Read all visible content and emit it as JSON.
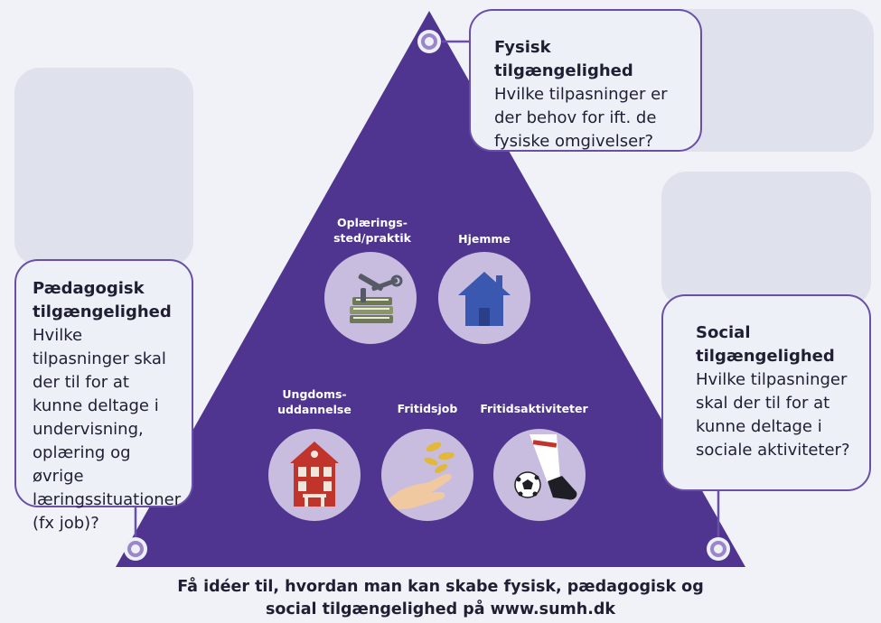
{
  "callouts": {
    "physical": {
      "title": "Fysisk tilgængelighed",
      "body": "Hvilke tilpasninger er der behov for ift. de fysiske omgivelser?"
    },
    "pedagogical": {
      "title": "Pædagogisk tilgængelighed",
      "body": "Hvilke tilpasninger skal der til for at kunne deltage i undervisning, oplæring og øvrige læringssituationer (fx job)?"
    },
    "social": {
      "title": "Social tilgængelighed",
      "body": "Hvilke tilpasninger skal der til for at kunne deltage i sociale aktiviteter?"
    }
  },
  "nodes": {
    "training": {
      "label": "Oplærings-\nsted/praktik",
      "icon": "books-tools-icon"
    },
    "home": {
      "label": "Hjemme",
      "icon": "house-icon"
    },
    "youth": {
      "label": "Ungdoms-\nuddannelse",
      "icon": "school-building-icon"
    },
    "job": {
      "label": "Fritidsjob",
      "icon": "hand-coins-icon"
    },
    "activities": {
      "label": "Fritidsaktiviteter",
      "icon": "football-icon"
    }
  },
  "footer": {
    "line1": "Få idéer til, hvordan man kan skabe fysisk, pædagogisk og",
    "line2": "social tilgængelighed på www.sumh.dk"
  },
  "colors": {
    "triangle": "#4f3590",
    "callout_border": "#6a4fa8",
    "node_circle": "#c8bddf",
    "background": "#f1f2f8"
  }
}
